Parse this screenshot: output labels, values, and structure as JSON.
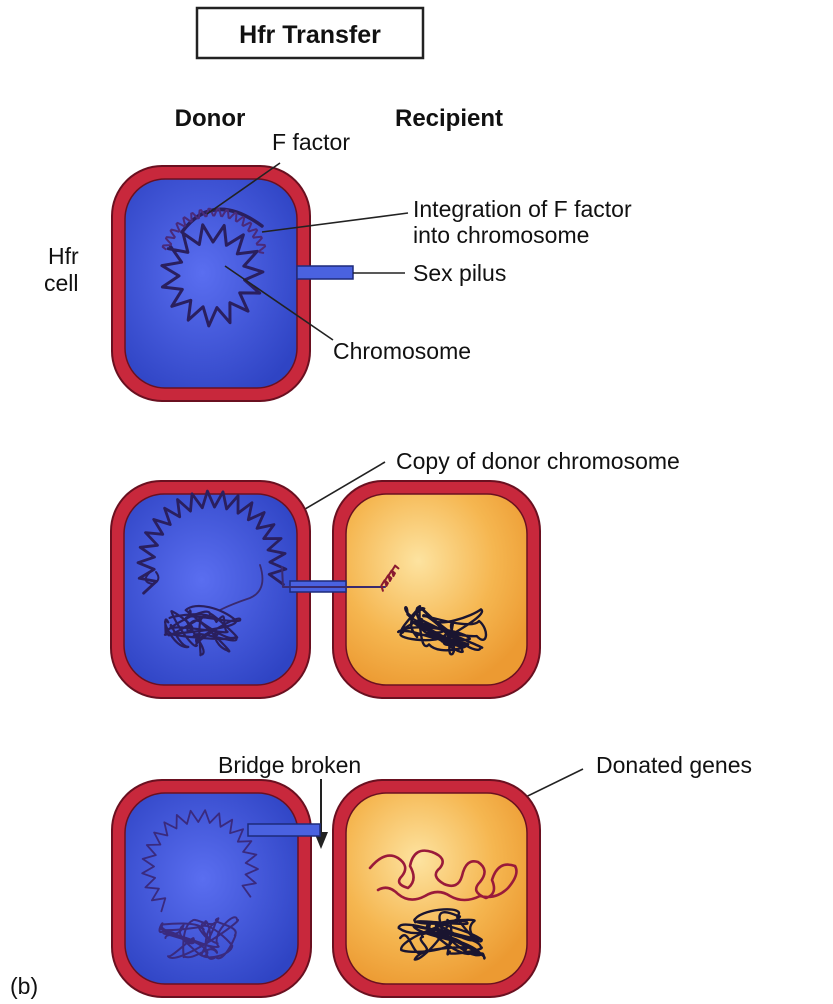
{
  "title": "Hfr Transfer",
  "panel_label": "(b)",
  "colors": {
    "donor_fill": "#3f55d6",
    "recipient_fill": "#f3b24a",
    "cell_wall": "#c8283c",
    "cell_wall_edge": "#6a1020",
    "dna_dark": "#2a1f5e",
    "donated_dna": "#9a1a3a"
  },
  "panel1": {
    "donor_heading": "Donor",
    "recipient_heading": "Recipient",
    "f_factor_label": "F factor",
    "integration_label_line1": "Integration of F factor",
    "integration_label_line2": "into chromosome",
    "hfr_label_line1": "Hfr",
    "hfr_label_line2": "cell",
    "sex_pilus_label": "Sex pilus",
    "chromosome_label": "Chromosome"
  },
  "panel2": {
    "copy_label": "Copy of donor chromosome"
  },
  "panel3": {
    "bridge_label": "Bridge broken",
    "donated_label": "Donated genes"
  }
}
